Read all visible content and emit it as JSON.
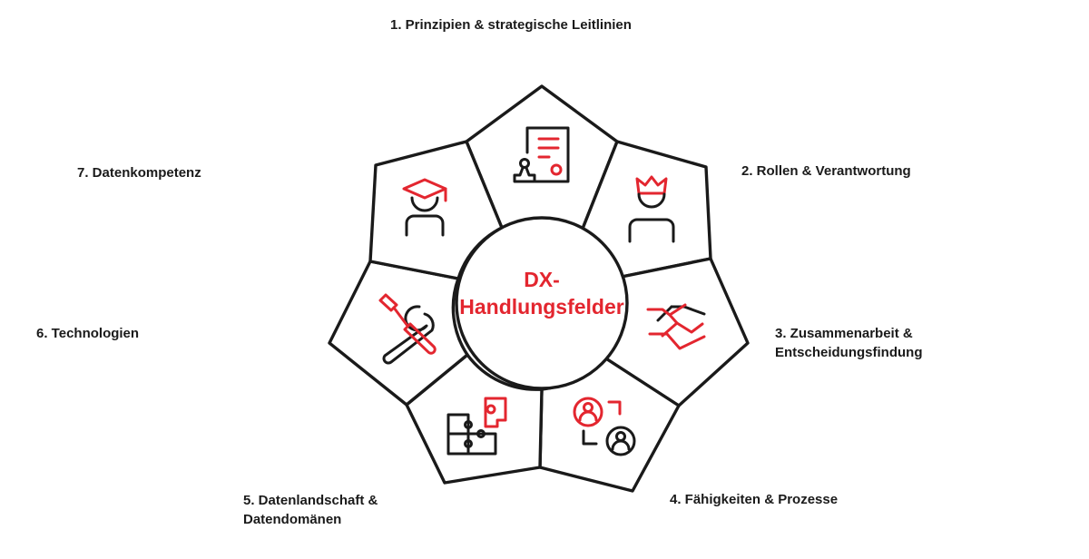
{
  "center": {
    "line1": "DX-",
    "line2": "Handlungsfelder"
  },
  "fields": [
    {
      "lines": [
        "1. Prinzipien & strategische Leitlinien"
      ],
      "icon": "document-stamp-icon"
    },
    {
      "lines": [
        "2. Rollen & Verantwortung"
      ],
      "icon": "crowned-person-icon"
    },
    {
      "lines": [
        "3. Zusammenarbeit &",
        "Entscheidungsfindung"
      ],
      "icon": "handshake-icon"
    },
    {
      "lines": [
        "4. Fähigkeiten & Prozesse"
      ],
      "icon": "person-exchange-icon"
    },
    {
      "lines": [
        "5. Datenlandschaft &",
        "Datendomänen"
      ],
      "icon": "puzzle-icon"
    },
    {
      "lines": [
        "6. Technologien"
      ],
      "icon": "tools-icon"
    },
    {
      "lines": [
        "7. Datenkompetenz"
      ],
      "icon": "graduate-person-icon"
    }
  ],
  "colors": {
    "accent": "#e3262f",
    "outline": "#1a1a1a",
    "background": "#ffffff"
  }
}
